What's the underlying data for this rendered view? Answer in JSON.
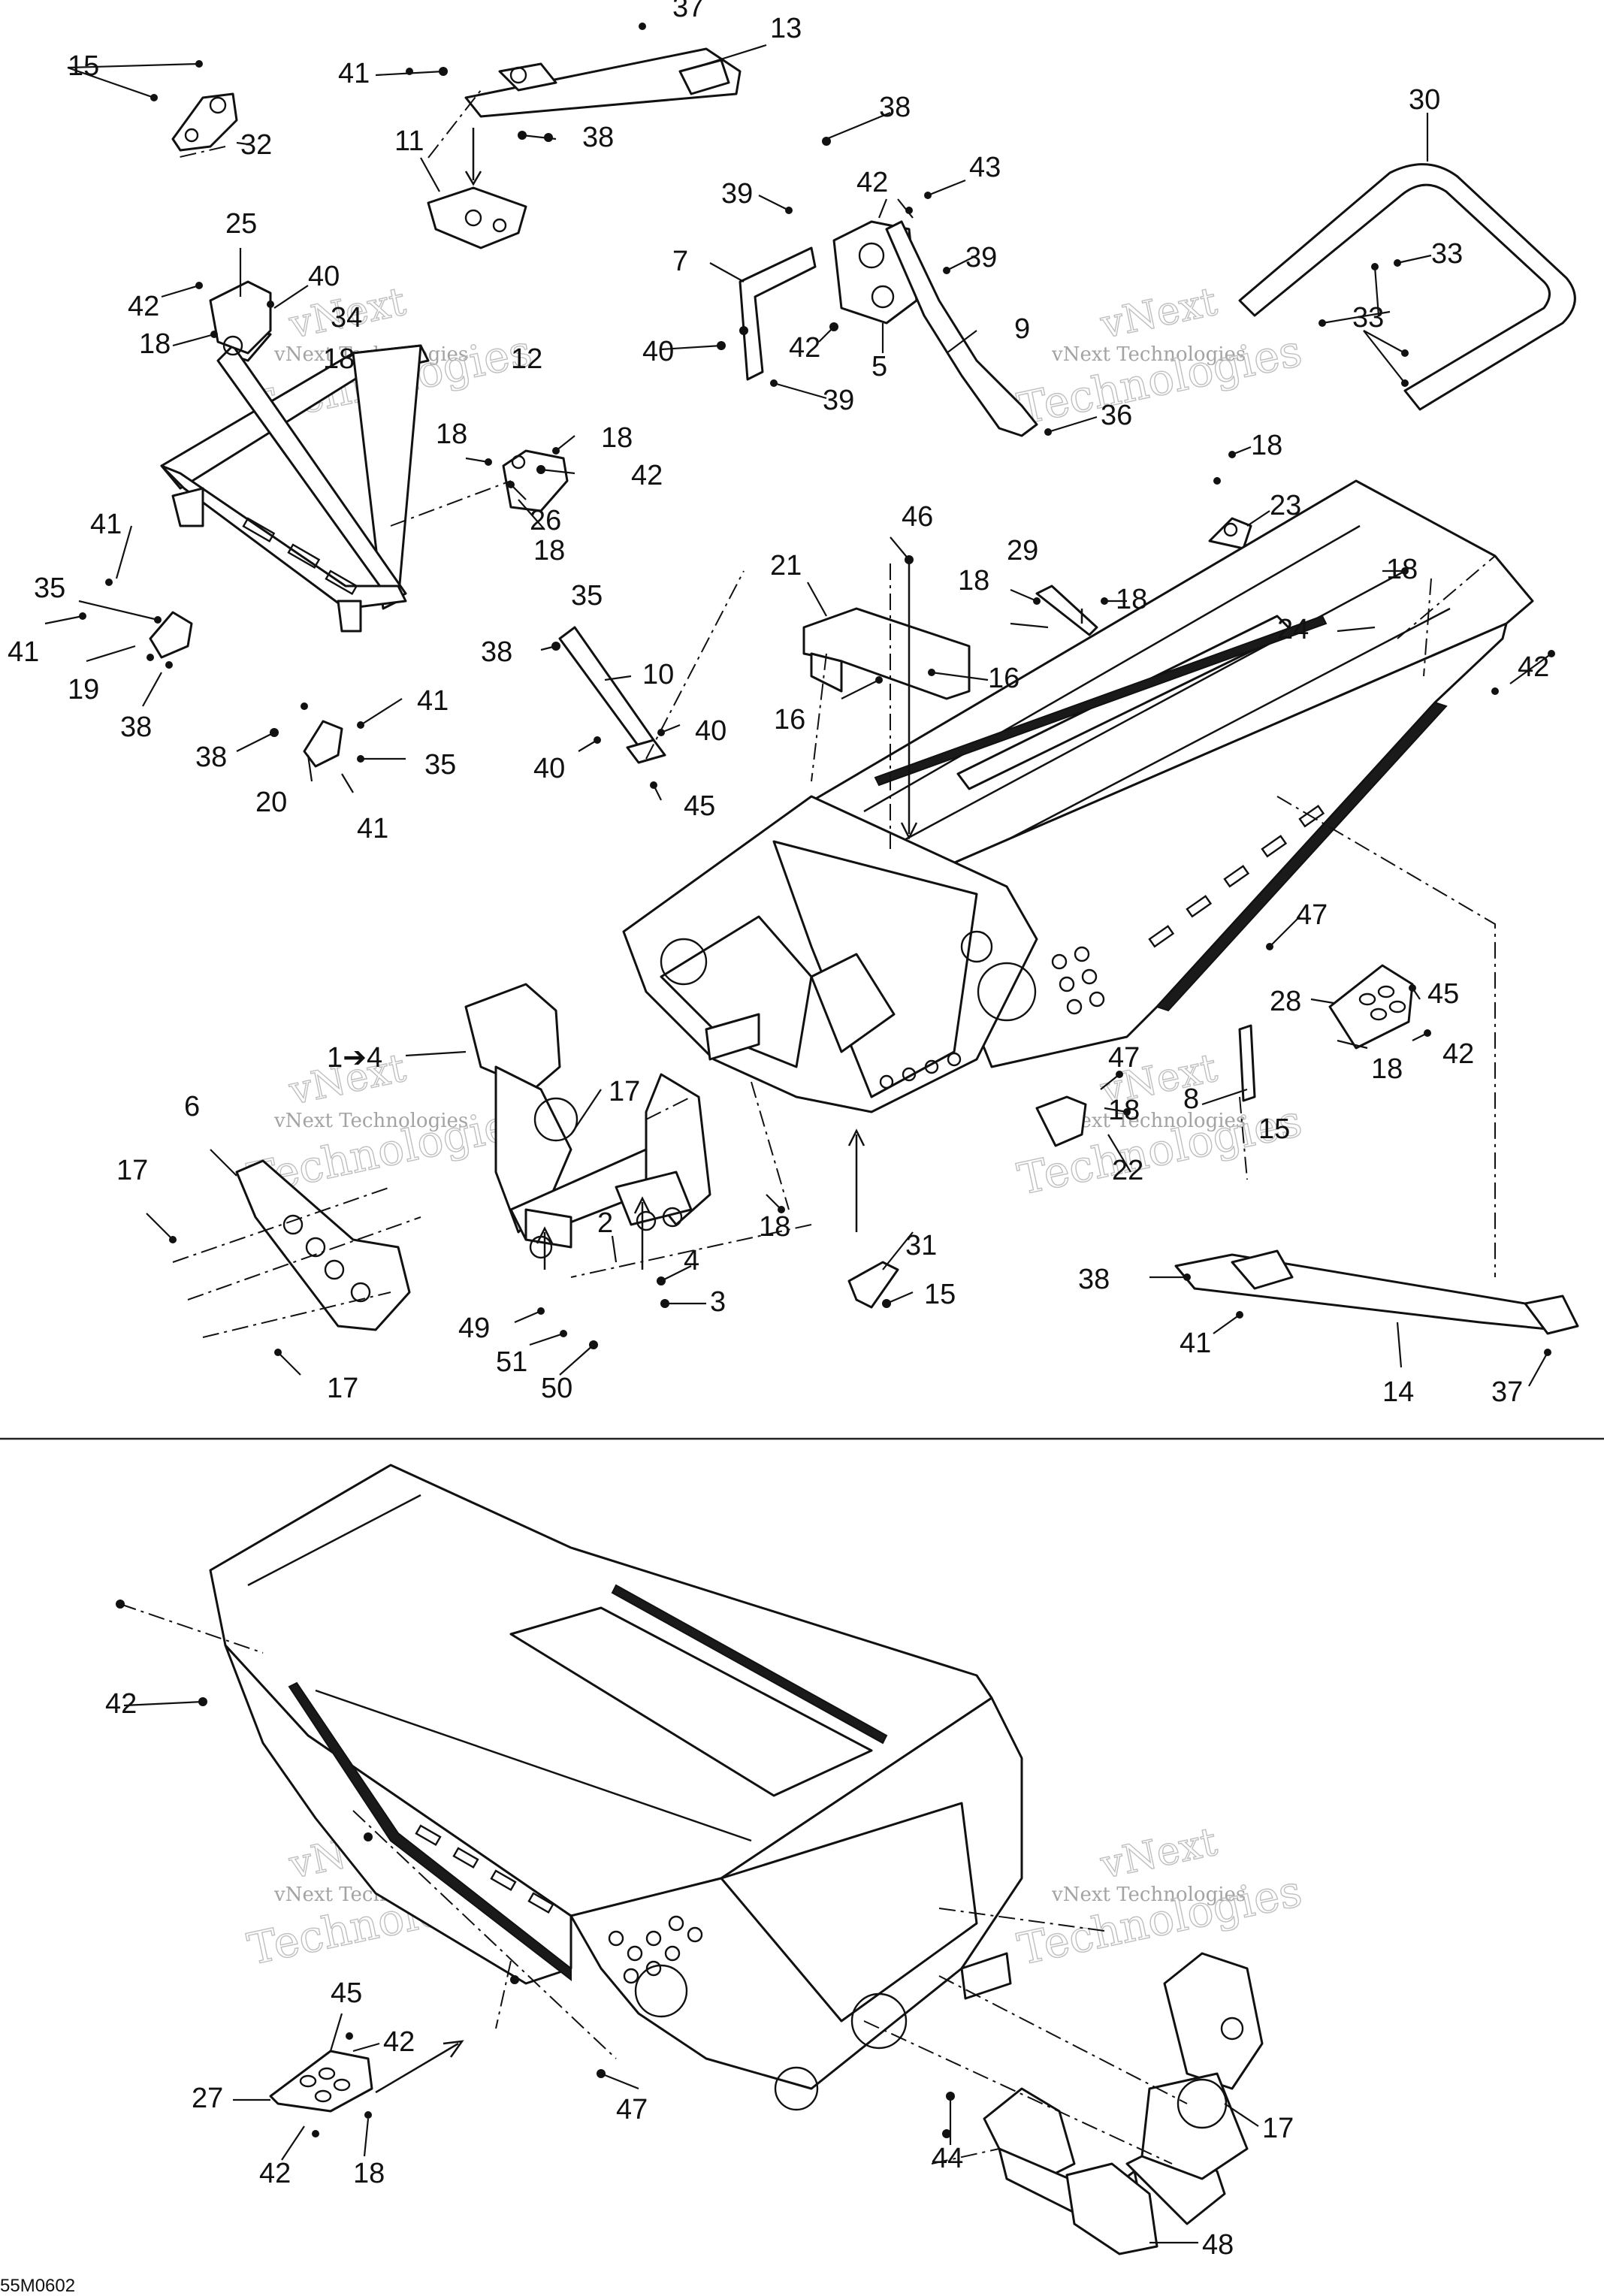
{
  "callouts": {
    "c1_4": "1➔4",
    "c2": "2",
    "c3": "3",
    "c4": "4",
    "c5": "5",
    "c6": "6",
    "c7": "7",
    "c8": "8",
    "c9": "9",
    "c10": "10",
    "c11": "11",
    "c12": "12",
    "c13": "13",
    "c14": "14",
    "c15": "15",
    "c16": "16",
    "c17": "17",
    "c18": "18",
    "c19": "19",
    "c20": "20",
    "c21": "21",
    "c22": "22",
    "c23": "23",
    "c24": "24",
    "c25": "25",
    "c26": "26",
    "c27": "27",
    "c28": "28",
    "c29": "29",
    "c30": "30",
    "c31": "31",
    "c32": "32",
    "c33": "33",
    "c34": "34",
    "c35": "35",
    "c36": "36",
    "c37": "37",
    "c38": "38",
    "c39": "39",
    "c40": "40",
    "c41": "41",
    "c42": "42",
    "c43": "43",
    "c44": "44",
    "c45": "45",
    "c46": "46",
    "c47": "47",
    "c48": "48",
    "c49": "49",
    "c50": "50",
    "c51": "51"
  },
  "watermark": {
    "line1": "vNext",
    "line2": "vNext Technologies",
    "line3": "Technologies"
  },
  "drawing_code": "55M0602"
}
